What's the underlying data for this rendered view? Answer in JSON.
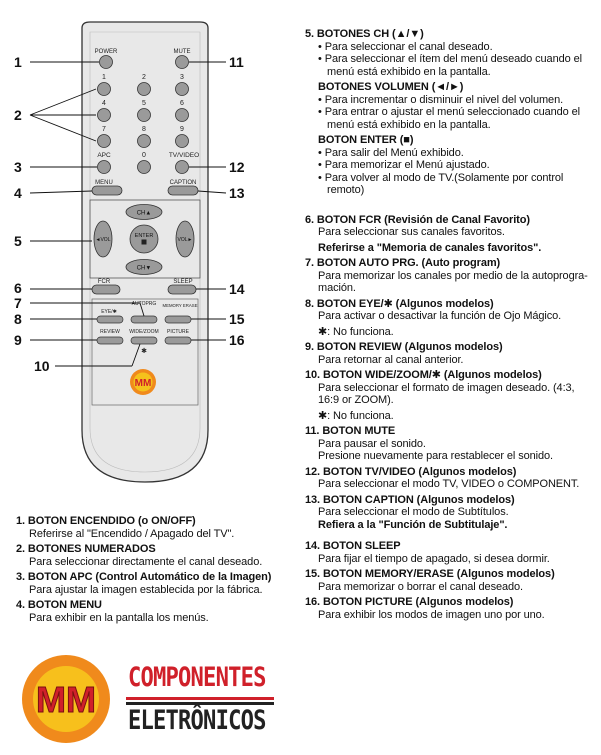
{
  "remote": {
    "keys": {
      "power": "POWER",
      "mute": "MUTE",
      "n1": "1",
      "n2": "2",
      "n3": "3",
      "n4": "4",
      "n5": "5",
      "n6": "6",
      "n7": "7",
      "n8": "8",
      "n9": "9",
      "n0": "0",
      "apc": "APC",
      "tvvideo": "TV/VIDEO",
      "menu": "MENU",
      "caption": "CAPTION",
      "ch_up": "CH▲",
      "ch_down": "CH▼",
      "vol_left": "◄VOL",
      "vol_right": "VOL►",
      "enter": "ENTER",
      "fcr": "FCR",
      "sleep": "SLEEP",
      "autoprg": "AUTOPRG",
      "eye": "EYE/✱",
      "memory_erase": "MEMORY ERASE",
      "review": "REVIEW",
      "widezoom": "WIDE/ZOOM",
      "picture": "PICTURE",
      "star": "✱",
      "brand_badge": "MM"
    },
    "callouts": [
      "1",
      "2",
      "3",
      "4",
      "5",
      "6",
      "7",
      "8",
      "9",
      "10",
      "11",
      "12",
      "13",
      "14",
      "15",
      "16"
    ]
  },
  "left_items": [
    {
      "title": "1.  BOTON ENCENDIDO (o ON/OFF)",
      "lines": [
        "Referirse al \"Encendido / Apagado del TV\"."
      ]
    },
    {
      "title": "2.  BOTONES NUMERADOS",
      "lines": [
        "Para seleccionar directamente el canal deseado."
      ]
    },
    {
      "title": "3.  BOTON APC (Control Automático de la Imagen)",
      "lines": [
        "Para ajustar la imagen establecida por la fábrica."
      ]
    },
    {
      "title": "4.  BOTON MENU",
      "lines": [
        "Para exhibir en la pantalla los menús."
      ]
    }
  ],
  "right_items": {
    "ch": {
      "title": "5.  BOTONES CH (▲/▼)",
      "bullets": [
        "• Para seleccionar el canal deseado.",
        "• Para seleccionar el ítem del menú deseado cuando el menú está exhibido en la pantalla."
      ]
    },
    "vol": {
      "title": "BOTONES VOLUMEN (◄/►)",
      "bullets": [
        "• Para incrementar o disminuir el nivel del volumen.",
        "• Para entrar o ajustar el menú seleccionado cuando el menú está exhibido en la pantalla."
      ]
    },
    "enter": {
      "title": "BOTON ENTER (■)",
      "bullets": [
        "• Para salir del Menú exhibido.",
        "• Para memorizar el Menú ajustado.",
        "• Para volver al modo de TV.(Solamente por control remoto)"
      ]
    },
    "list": [
      {
        "title": "6.  BOTON FCR (Revisión de Canal Favorito)",
        "lines": [
          "Para seleccionar sus canales favoritos.",
          "Referirse a \"Memoria de canales favoritos\"."
        ]
      },
      {
        "title": "7.  BOTON AUTO PRG. (Auto program)",
        "lines": [
          "Para memorizar los canales por medio de la autoprogra-mación."
        ]
      },
      {
        "title": "8.  BOTON EYE/✱ (Algunos modelos)",
        "lines": [
          "Para activar o desactivar la función de Ojo Mágico.",
          "✱: No funciona."
        ]
      },
      {
        "title": "9.  BOTON REVIEW (Algunos modelos)",
        "lines": [
          "Para retornar al canal anterior."
        ]
      },
      {
        "title": "10. BOTON WIDE/ZOOM/✱ (Algunos modelos)",
        "lines": [
          "Para seleccionar el formato de imagen deseado. (4:3, 16:9 or ZOOM).",
          "✱: No funciona."
        ]
      },
      {
        "title": "11. BOTON MUTE",
        "lines": [
          "Para pausar el sonido.",
          "Presione nuevamente para restablecer el sonido."
        ]
      },
      {
        "title": "12. BOTON TV/VIDEO (Algunos modelos)",
        "lines": [
          "Para seleccionar el modo TV, VIDEO o COMPONENT."
        ]
      },
      {
        "title": "13. BOTON CAPTION (Algunos modelos)",
        "lines": [
          "Para seleccionar el modo de Subtítulos.",
          "Refiera a la \"Función de Subtitulaje\"."
        ]
      },
      {
        "title": "14. BOTON SLEEP",
        "lines": [
          "Para fijar el tiempo de apagado, si desea dormir."
        ]
      },
      {
        "title": "15. BOTON MEMORY/ERASE (Algunos modelos)",
        "lines": [
          "Para memorizar o borrar el canal deseado."
        ]
      },
      {
        "title": "16. BOTON PICTURE (Algunos modelos)",
        "lines": [
          "Para exhibir los modos de imagen uno por uno."
        ]
      }
    ]
  },
  "logo": {
    "badge": "MM",
    "line1": "COMPONENTES",
    "line2": "ELETRÔNICOS"
  },
  "colors": {
    "remote_body": "#e6e6e6",
    "button_gray": "#9a9a9a",
    "badge_orange": "#f08a1c",
    "badge_red": "#d0202a",
    "brand_red": "#d0202a",
    "brand_dark": "#222222"
  }
}
